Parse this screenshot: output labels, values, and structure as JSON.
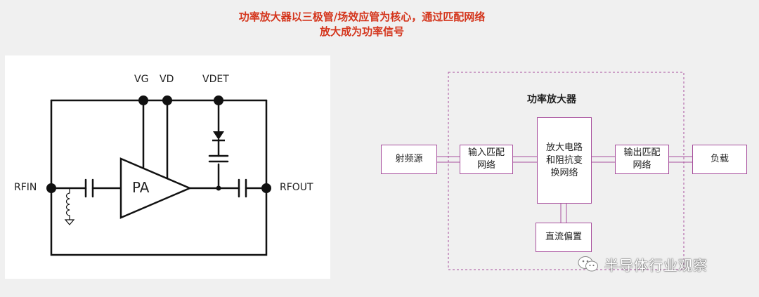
{
  "caption": {
    "line1": "功率放大器以三极管/场效应管为核心，通过匹配网络",
    "line2": "放大成为功率信号"
  },
  "circuit": {
    "vg": "VG",
    "vd": "VD",
    "vdet": "VDET",
    "rfin": "RFIN",
    "rfout": "RFOUT",
    "pa": "PA"
  },
  "block": {
    "title": "功率放大器",
    "source": "射频源",
    "input_match": [
      "输入匹配",
      "网络"
    ],
    "core": [
      "放大电路",
      "和阻抗变",
      "换网络"
    ],
    "output_match": [
      "输出匹配",
      "网络"
    ],
    "load": "负载",
    "bias": "直流偏置"
  },
  "watermark": {
    "text": "半导体行业观察"
  },
  "colors": {
    "caption": "#d4351c",
    "block_border": "#a8509e",
    "wire": "#111111"
  }
}
